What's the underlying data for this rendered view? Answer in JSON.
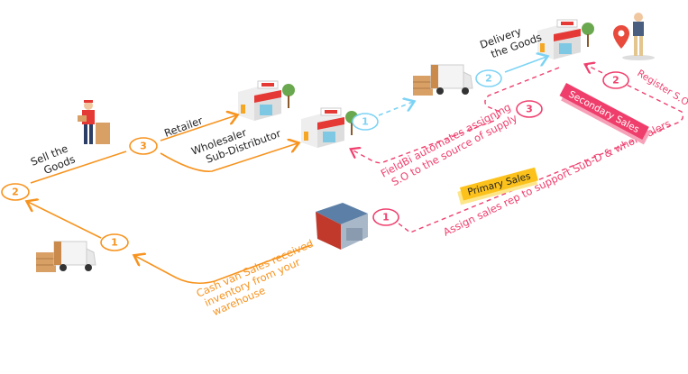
{
  "colors": {
    "primary_flow": "#f7931e",
    "delivery_flow": "#7dd3f5",
    "secondary_flow": "#f0406e",
    "primary_badge": "#fcc21b",
    "secondary_badge": "#ef3e6b"
  },
  "orange_flow": {
    "step1": "1",
    "step2": "2",
    "step3": "3",
    "sell_line1": "Sell the",
    "sell_line2": "Goods",
    "retailer": "Retailer",
    "wholesaler_line1": "Wholesaler",
    "wholesaler_line2": "Sub-Distributor",
    "cash_line1": "Cash van Sales received",
    "cash_line2": "inventory from your",
    "cash_line3": "warehouse"
  },
  "blue_flow": {
    "step1": "1",
    "step2": "2",
    "delivery_line1": "Delivery",
    "delivery_line2": "the Goods"
  },
  "pink_flow": {
    "step1": "1",
    "step2": "2",
    "step3": "3",
    "register": "Register S.O",
    "fieldbi_line1": "FieldBi automates assigning",
    "fieldbi_line2": "S.O to the source of supply",
    "assign": "Assign sales rep to support Sub-D & wholesalers"
  },
  "badges": {
    "secondary": "Secondary Sales",
    "primary": "Primary Sales"
  },
  "icons": [
    "delivery-truck-icon",
    "delivery-man-icon",
    "store-icon",
    "warehouse-icon",
    "location-pin-icon",
    "sales-rep-icon"
  ]
}
